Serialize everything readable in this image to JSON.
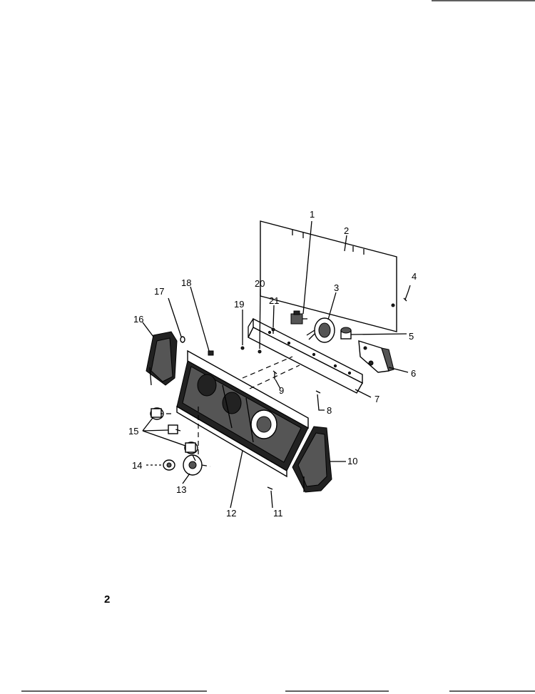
{
  "parts": [
    {
      "id": "label-1",
      "text": "1"
    },
    {
      "id": "label-2",
      "text": "2"
    },
    {
      "id": "label-3",
      "text": "3"
    },
    {
      "id": "label-4",
      "text": "4"
    },
    {
      "id": "label-5",
      "text": "5"
    },
    {
      "id": "label-6",
      "text": "6"
    },
    {
      "id": "label-7",
      "text": "7"
    },
    {
      "id": "label-8",
      "text": "8"
    },
    {
      "id": "label-9",
      "text": "9"
    },
    {
      "id": "label-10",
      "text": "10"
    },
    {
      "id": "label-11",
      "text": "11"
    },
    {
      "id": "label-12",
      "text": "12"
    },
    {
      "id": "label-13",
      "text": "13"
    },
    {
      "id": "label-14",
      "text": "14"
    },
    {
      "id": "label-15",
      "text": "15"
    },
    {
      "id": "label-16",
      "text": "16"
    },
    {
      "id": "label-17",
      "text": "17"
    },
    {
      "id": "label-18",
      "text": "18"
    },
    {
      "id": "label-19",
      "text": "19"
    },
    {
      "id": "label-20",
      "text": "20"
    },
    {
      "id": "label-21",
      "text": "21"
    }
  ],
  "page_number": "2"
}
